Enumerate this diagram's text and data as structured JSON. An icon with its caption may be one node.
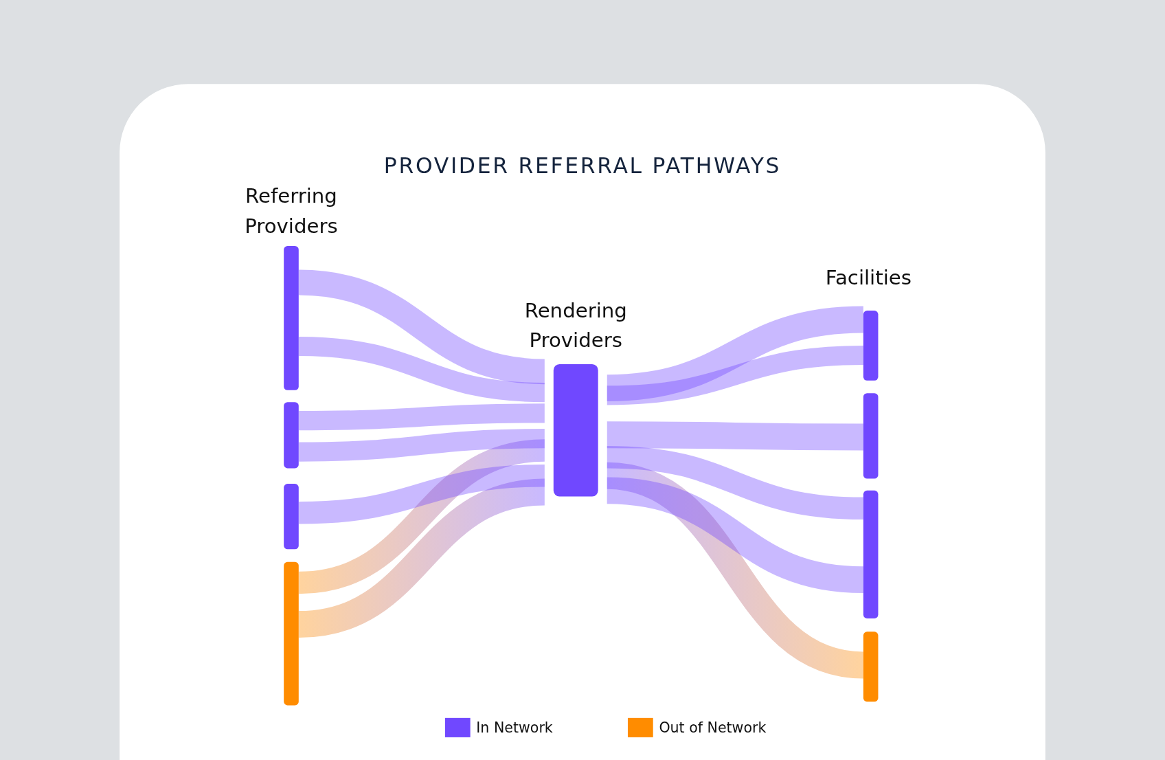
{
  "diagram": {
    "title": "PROVIDER REFERRAL PATHWAYS",
    "nodes": [
      {
        "text": [],
        "shape": "bar"
      },
      {
        "text": [],
        "shape": "bar"
      },
      {
        "text": [],
        "shape": "bar"
      },
      {
        "text": [],
        "shape": "bar"
      },
      {
        "text": [
          "Rendering Providers"
        ]
      },
      {
        "text": [],
        "shape": "bar"
      },
      {
        "text": [],
        "shape": "bar"
      },
      {
        "text": [],
        "shape": "bar"
      },
      {
        "text": [],
        "shape": "bar"
      }
    ],
    "edges": [
      {
        "from": 0,
        "to": 4,
        "arrow": "none"
      },
      {
        "from": 0,
        "to": 4,
        "arrow": "none"
      },
      {
        "from": 1,
        "to": 4,
        "arrow": "none"
      },
      {
        "from": 1,
        "to": 4,
        "arrow": "none"
      },
      {
        "from": 2,
        "to": 4,
        "arrow": "none"
      },
      {
        "from": 3,
        "to": 4,
        "arrow": "none",
        "color": "#ff8c00"
      },
      {
        "from": 3,
        "to": 4,
        "arrow": "none",
        "color": "#ff8c00"
      },
      {
        "from": 4,
        "to": 5,
        "arrow": "none"
      },
      {
        "from": 4,
        "to": 5,
        "arrow": "none"
      },
      {
        "from": 4,
        "to": 6,
        "arrow": "none"
      },
      {
        "from": 4,
        "to": 7,
        "arrow": "none"
      },
      {
        "from": 4,
        "to": 7,
        "arrow": "none"
      },
      {
        "from": 4,
        "to": 8,
        "arrow": "none",
        "color": "#ff8c00"
      }
    ],
    "labels": [
      "Referring Providers",
      "Facilities"
    ],
    "legend": [
      {
        "text": "In Network",
        "color": "#7048ff"
      },
      {
        "text": "Out of Network",
        "color": "#ff8c00"
      }
    ]
  }
}
